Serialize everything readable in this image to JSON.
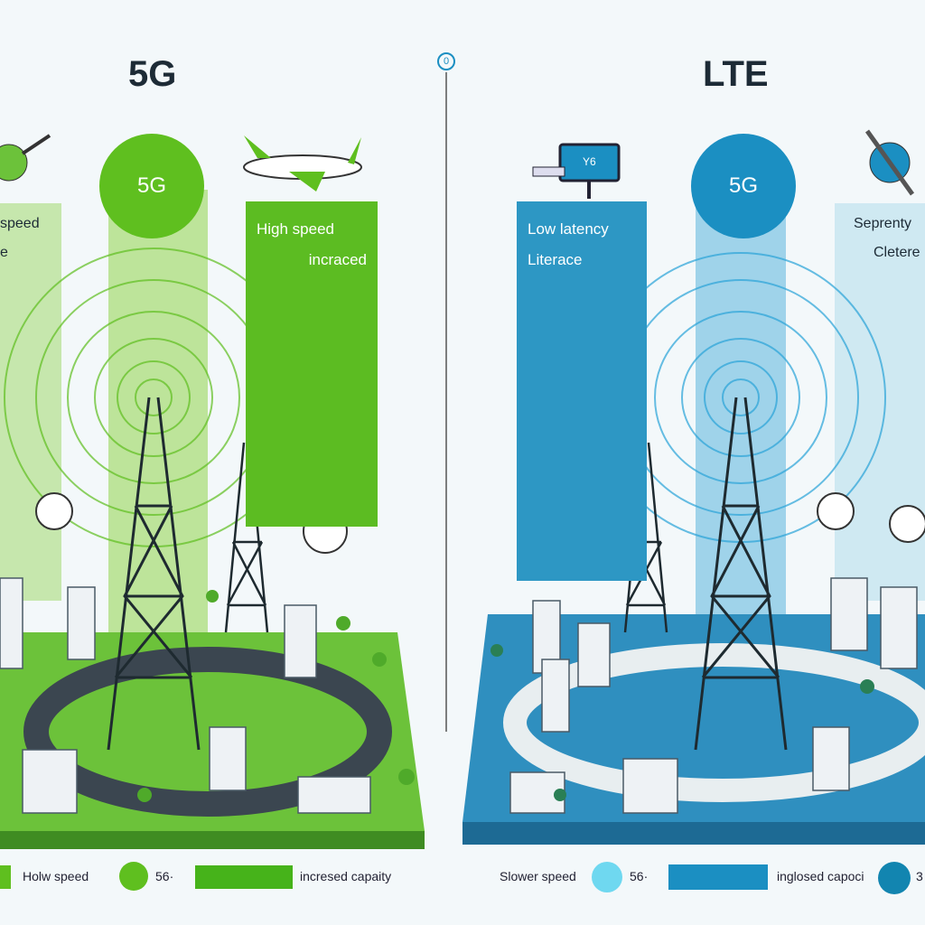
{
  "left": {
    "title": "5G",
    "badge": "5G",
    "panel_line1": "High speed",
    "panel_line2": "incraced",
    "side_line1": "speed",
    "side_line2": "e",
    "accent": "#5fbf1f"
  },
  "center": {
    "marker": "0"
  },
  "right": {
    "title": "LTE",
    "badge": "5G",
    "monitor": "Y6",
    "panel_line1": "Low latency",
    "panel_line2": "Literace",
    "side_line1": "Seprenty",
    "side_line2": "Cletere",
    "accent": "#1b8fc2"
  },
  "legend": {
    "left": [
      {
        "label": "Holw speed"
      },
      {
        "label": "56·"
      },
      {
        "label": "incresed capaity"
      }
    ],
    "right": [
      {
        "label": "Slower speed"
      },
      {
        "label": "56·"
      },
      {
        "label": "inglosed capoci"
      },
      {
        "label": "3"
      }
    ]
  }
}
